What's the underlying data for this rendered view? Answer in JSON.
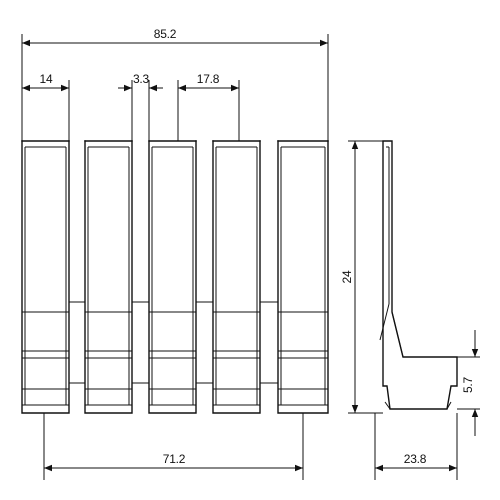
{
  "dimensions": {
    "overall_width": "85.2",
    "slot_width": "14",
    "gap_width": "3.3",
    "pitch": "17.8",
    "base_width": "71.2",
    "height": "24",
    "depth": "23.8",
    "base_height": "5.7"
  }
}
